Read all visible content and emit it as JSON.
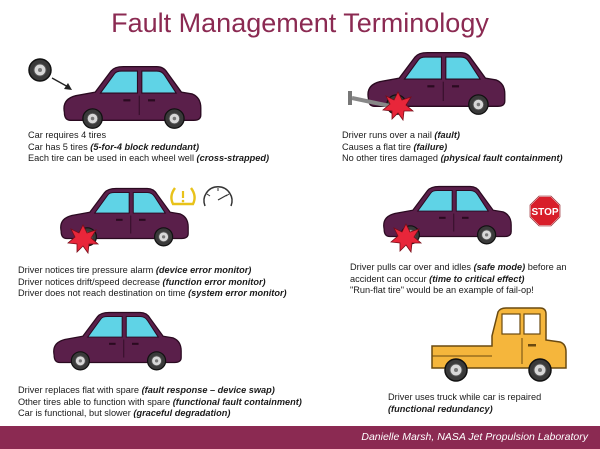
{
  "title": "Fault Management Terminology",
  "footer": "Danielle Marsh, NASA Jet Propulsion Laboratory",
  "stop_sign": "STOP",
  "colors": {
    "accent": "#8b2a52",
    "car_body": "#5a1f4a",
    "car_window": "#5fd3e6",
    "truck": "#f5b63c",
    "burst": "#e8263a",
    "warning": "#e8c21a"
  },
  "panels": [
    {
      "lines": [
        {
          "text": "Car requires 4 tires",
          "em": ""
        },
        {
          "text": "Car has 5 tires ",
          "em": "(5-for-4 block redundant)"
        },
        {
          "text": "Each tire can be used in each wheel well ",
          "em": "(cross-strapped)"
        }
      ]
    },
    {
      "lines": [
        {
          "text": "Driver runs over a nail ",
          "em": "(fault)"
        },
        {
          "text": "Causes a flat tire ",
          "em": "(failure)"
        },
        {
          "text": "No other tires damaged ",
          "em": "(physical fault containment)"
        }
      ]
    },
    {
      "lines": [
        {
          "text": "Driver notices tire pressure alarm ",
          "em": "(device error monitor)"
        },
        {
          "text": "Driver notices drift/speed decrease ",
          "em": "(function error monitor)"
        },
        {
          "text": "Driver does not reach destination on time ",
          "em": "(system error monitor)"
        }
      ]
    },
    {
      "lines": [
        {
          "text": "Driver pulls car over and idles ",
          "em": "(safe mode)",
          "tail": " before an"
        },
        {
          "text": "accident can occur ",
          "em": "(time to critical effect)"
        },
        {
          "text": "\"Run-flat tire\" would be an example of fail-op!",
          "em": ""
        }
      ]
    },
    {
      "lines": [
        {
          "text": "Driver replaces flat with spare ",
          "em": "(fault response – device swap)"
        },
        {
          "text": "Other tires able to function with spare ",
          "em": "(functional fault containment)"
        },
        {
          "text": "Car is functional, but slower ",
          "em": "(graceful degradation)"
        }
      ]
    },
    {
      "lines": [
        {
          "text": "Driver uses truck while car is repaired",
          "em": ""
        },
        {
          "text": "",
          "em": "(functional redundancy)"
        }
      ]
    }
  ]
}
